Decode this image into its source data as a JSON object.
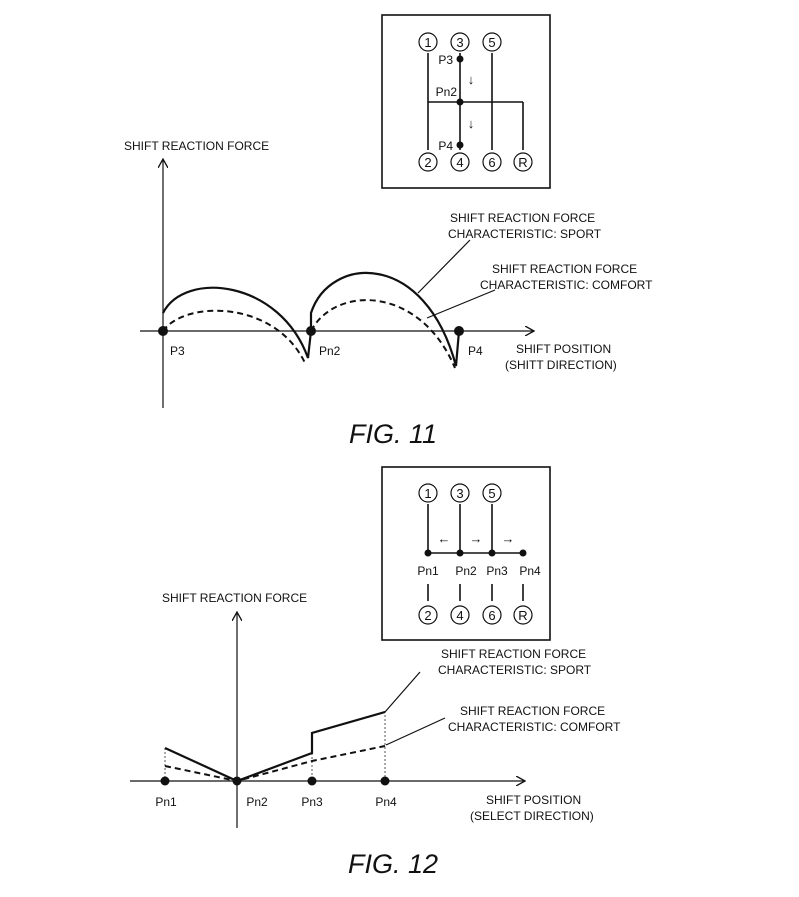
{
  "fig11": {
    "caption": "FIG. 11",
    "y_axis_label": "SHIFT REACTION FORCE",
    "x_axis_label_1": "SHIFT POSITION",
    "x_axis_label_2": "(SHITT DIRECTION)",
    "positions": [
      "P3",
      "Pn2",
      "P4"
    ],
    "legend_sport_1": "SHIFT REACTION FORCE",
    "legend_sport_2": "CHARACTERISTIC: SPORT",
    "legend_comfort_1": "SHIFT REACTION FORCE",
    "legend_comfort_2": "CHARACTERISTIC: COMFORT",
    "gate": {
      "top_gears": [
        "1",
        "3",
        "5"
      ],
      "bottom_gears": [
        "2",
        "4",
        "6",
        "R"
      ],
      "points": [
        "P3",
        "Pn2",
        "P4"
      ],
      "arrows": [
        "↓",
        "↓"
      ]
    }
  },
  "fig12": {
    "caption": "FIG. 12",
    "y_axis_label": "SHIFT REACTION FORCE",
    "x_axis_label_1": "SHIFT POSITION",
    "x_axis_label_2": "(SELECT DIRECTION)",
    "positions": [
      "Pn1",
      "Pn2",
      "Pn3",
      "Pn4"
    ],
    "legend_sport_1": "SHIFT REACTION FORCE",
    "legend_sport_2": "CHARACTERISTIC: SPORT",
    "legend_comfort_1": "SHIFT REACTION FORCE",
    "legend_comfort_2": "CHARACTERISTIC: COMFORT",
    "gate": {
      "top_gears": [
        "1",
        "3",
        "5"
      ],
      "bottom_gears": [
        "2",
        "4",
        "6",
        "R"
      ],
      "points": [
        "Pn1",
        "Pn2",
        "Pn3",
        "Pn4"
      ],
      "arrows": [
        "←",
        "→",
        "→"
      ]
    }
  }
}
